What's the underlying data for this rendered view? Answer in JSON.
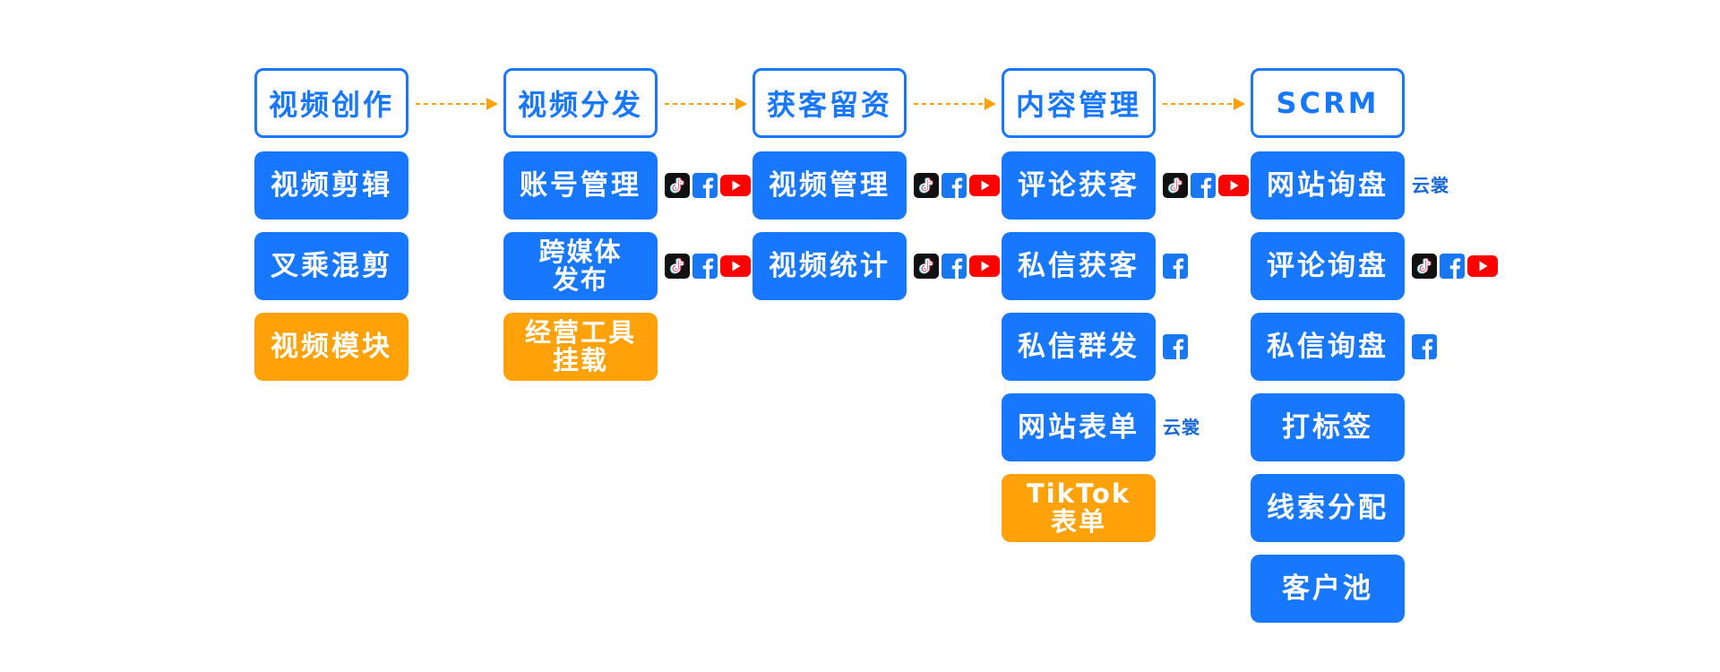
{
  "brand_colors": {
    "blue": "#1778ff",
    "orange": "#ffa209",
    "brand_text": "#1566d6",
    "youtube": "#ff0000",
    "facebook": "#1877f2",
    "tiktok": "#111111"
  },
  "columns": [
    {
      "id": "video-creation",
      "header": "视频创作",
      "items": [
        {
          "label": "视频剪辑",
          "style": "blue",
          "side": {
            "type": "none"
          }
        },
        {
          "label": "叉乘混剪",
          "style": "blue",
          "side": {
            "type": "none"
          }
        },
        {
          "label": "视频模块",
          "style": "orange",
          "side": {
            "type": "none"
          }
        }
      ]
    },
    {
      "id": "video-distribution",
      "header": "视频分发",
      "items": [
        {
          "label": "账号管理",
          "style": "blue",
          "side": {
            "type": "icons",
            "icons": [
              "tiktok-icon",
              "facebook-icon",
              "youtube-icon"
            ]
          }
        },
        {
          "label": "跨媒体\n发布",
          "style": "blue",
          "side": {
            "type": "icons",
            "icons": [
              "tiktok-icon",
              "facebook-icon",
              "youtube-icon"
            ]
          }
        },
        {
          "label": "经营工具\n挂载",
          "style": "orange",
          "side": {
            "type": "none"
          }
        }
      ]
    },
    {
      "id": "lead-capture",
      "header": "获客留资",
      "items": [
        {
          "label": "视频管理",
          "style": "blue",
          "side": {
            "type": "icons",
            "icons": [
              "tiktok-icon",
              "facebook-icon",
              "youtube-icon"
            ]
          }
        },
        {
          "label": "视频统计",
          "style": "blue",
          "side": {
            "type": "icons",
            "icons": [
              "tiktok-icon",
              "facebook-icon",
              "youtube-icon"
            ]
          }
        }
      ]
    },
    {
      "id": "content-management",
      "header": "内容管理",
      "items": [
        {
          "label": "评论获客",
          "style": "blue",
          "side": {
            "type": "icons",
            "icons": [
              "tiktok-icon",
              "facebook-icon",
              "youtube-icon"
            ]
          }
        },
        {
          "label": "私信获客",
          "style": "blue",
          "side": {
            "type": "icons",
            "icons": [
              "facebook-icon"
            ]
          }
        },
        {
          "label": "私信群发",
          "style": "blue",
          "side": {
            "type": "icons",
            "icons": [
              "facebook-icon"
            ]
          }
        },
        {
          "label": "网站表单",
          "style": "blue",
          "side": {
            "type": "text",
            "text": "云裳"
          }
        },
        {
          "label": "TikTok\n表单",
          "style": "orange",
          "side": {
            "type": "none"
          }
        }
      ]
    },
    {
      "id": "scrm",
      "header": "SCRM",
      "items": [
        {
          "label": "网站询盘",
          "style": "blue",
          "side": {
            "type": "text",
            "text": "云裳"
          }
        },
        {
          "label": "评论询盘",
          "style": "blue",
          "side": {
            "type": "icons",
            "icons": [
              "tiktok-icon",
              "facebook-icon",
              "youtube-icon"
            ]
          }
        },
        {
          "label": "私信询盘",
          "style": "blue",
          "side": {
            "type": "icons",
            "icons": [
              "facebook-icon"
            ]
          }
        },
        {
          "label": "打标签",
          "style": "blue",
          "side": {
            "type": "none"
          }
        },
        {
          "label": "线索分配",
          "style": "blue",
          "side": {
            "type": "none"
          }
        },
        {
          "label": "客户池",
          "style": "blue",
          "side": {
            "type": "none"
          }
        }
      ]
    }
  ]
}
